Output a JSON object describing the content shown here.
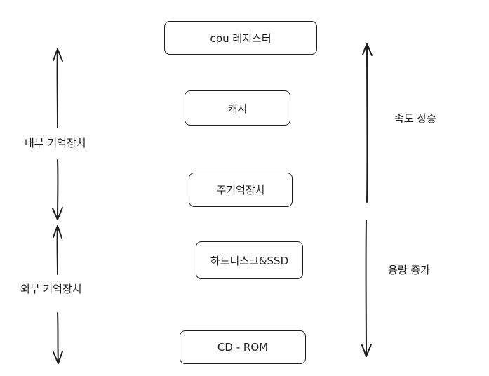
{
  "boxes": {
    "cpu_register": "cpu 레지스터",
    "cache": "캐시",
    "main_memory": "주기억장치",
    "hdd_ssd": "하드디스크&SSD",
    "cd_rom": "CD - ROM"
  },
  "labels": {
    "internal_storage": "내부 기억장치",
    "external_storage": "외부 기억장치",
    "speed_increase": "속도 상승",
    "capacity_increase": "용량 증가"
  }
}
